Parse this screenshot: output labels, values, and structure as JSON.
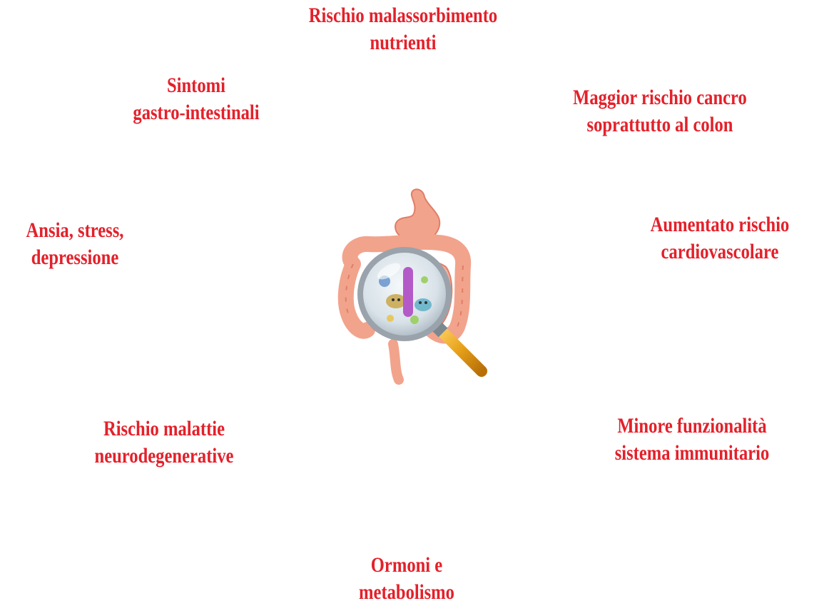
{
  "labels": {
    "top": [
      "Rischio malassorbimento",
      "nutrienti"
    ],
    "top_left": [
      "Sintomi",
      "gastro-intestinali"
    ],
    "top_right": [
      "Maggior rischio cancro",
      "soprattutto al colon"
    ],
    "mid_left": [
      "Ansia, stress,",
      "depressione"
    ],
    "mid_right": [
      "Aumentato rischio",
      "cardiovascolare"
    ],
    "bottom_left": [
      "Rischio malattie",
      "neurodegenerative"
    ],
    "bottom_right": [
      "Minore funzionalità",
      "sistema immunitario"
    ],
    "bottom": [
      "Ormoni e",
      "metabolismo"
    ]
  },
  "colors": {
    "label": "#e4202a",
    "intestine": "#f2a38c",
    "intestine_dark": "#e07e68",
    "lens_rim": "#9aa3ab",
    "handle": "#e8a21a"
  },
  "center_image": "intestine-with-magnifying-glass-icon"
}
